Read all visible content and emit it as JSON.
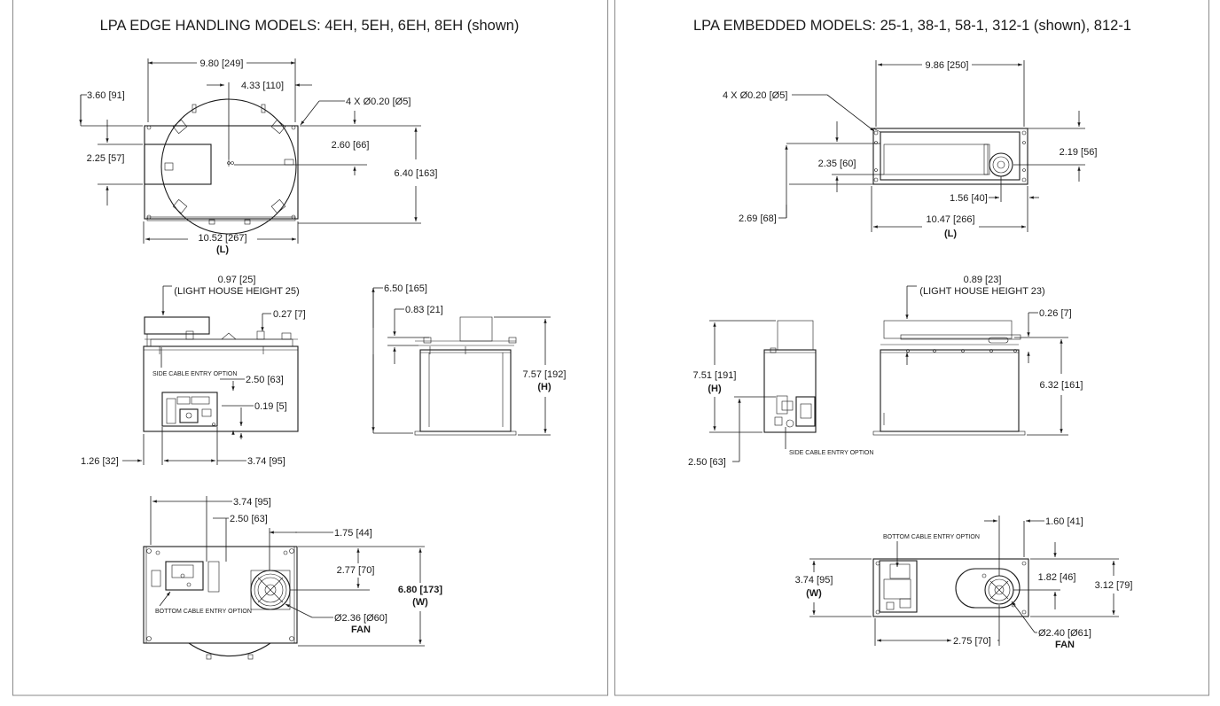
{
  "left_panel": {
    "title": "LPA EDGE HANDLING MODELS: 4EH, 5EH, 6EH, 8EH (shown)",
    "top_view": {
      "dim_width_top": "9.80 [249]",
      "dim_left_edge": "3.60 [91]",
      "dim_center": "4.33 [110]",
      "dim_holes": "4 X Ø0.20 [Ø5]",
      "dim_box_h": "2.25 [57]",
      "dim_center_v": "2.60 [66]",
      "dim_height": "6.40 [163]",
      "dim_length": "10.52 [267]",
      "dim_length_label": "(L)"
    },
    "side_view": {
      "dim_light_house": "0.97 [25]",
      "light_house_label": "(LIGHT HOUSE HEIGHT 25)",
      "dim_027": "0.27 [7]",
      "side_cable_label": "SIDE CABLE ENTRY OPTION",
      "dim_250": "2.50 [63]",
      "dim_019": "0.19 [5]",
      "dim_126": "1.26 [32]",
      "dim_374": "3.74 [95]"
    },
    "end_view": {
      "dim_650": "6.50 [165]",
      "dim_083": "0.83 [21]",
      "dim_757": "7.57 [192]",
      "dim_757_label": "(H)"
    },
    "bottom_view": {
      "dim_374": "3.74 [95]",
      "dim_250": "2.50 [63]",
      "dim_175": "1.75 [44]",
      "dim_277": "2.77 [70]",
      "dim_680": "6.80 [173]",
      "dim_680_label": "(W)",
      "bottom_cable_label": "BOTTOM CABLE ENTRY OPTION",
      "fan_dim": "Ø2.36 [Ø60]",
      "fan_label": "FAN"
    }
  },
  "right_panel": {
    "title": "LPA EMBEDDED MODELS: 25-1, 38-1, 58-1, 312-1 (shown), 812-1",
    "top_view": {
      "dim_width_top": "9.86 [250]",
      "dim_holes": "4 X Ø0.20 [Ø5]",
      "dim_235": "2.35 [60]",
      "dim_219": "2.19 [56]",
      "dim_156": "1.56 [40]",
      "dim_269": "2.69 [68]",
      "dim_length": "10.47 [266]",
      "dim_length_label": "(L)"
    },
    "side_view": {
      "dim_light_house": "0.89 [23]",
      "light_house_label": "(LIGHT HOUSE HEIGHT 23)",
      "dim_026": "0.26 [7]",
      "dim_751": "7.51 [191]",
      "dim_751_label": "(H)",
      "dim_632": "6.32 [161]",
      "dim_250": "2.50 [63]",
      "side_cable_label": "SIDE CABLE ENTRY OPTION"
    },
    "bottom_view": {
      "bottom_cable_label": "BOTTOM CABLE ENTRY OPTION",
      "dim_160": "1.60 [41]",
      "dim_374": "3.74 [95]",
      "dim_374_label": "(W)",
      "dim_182": "1.82 [46]",
      "dim_312": "3.12 [79]",
      "dim_275": "2.75 [70]",
      "fan_dim": "Ø2.40 [Ø61]",
      "fan_label": "FAN"
    }
  }
}
